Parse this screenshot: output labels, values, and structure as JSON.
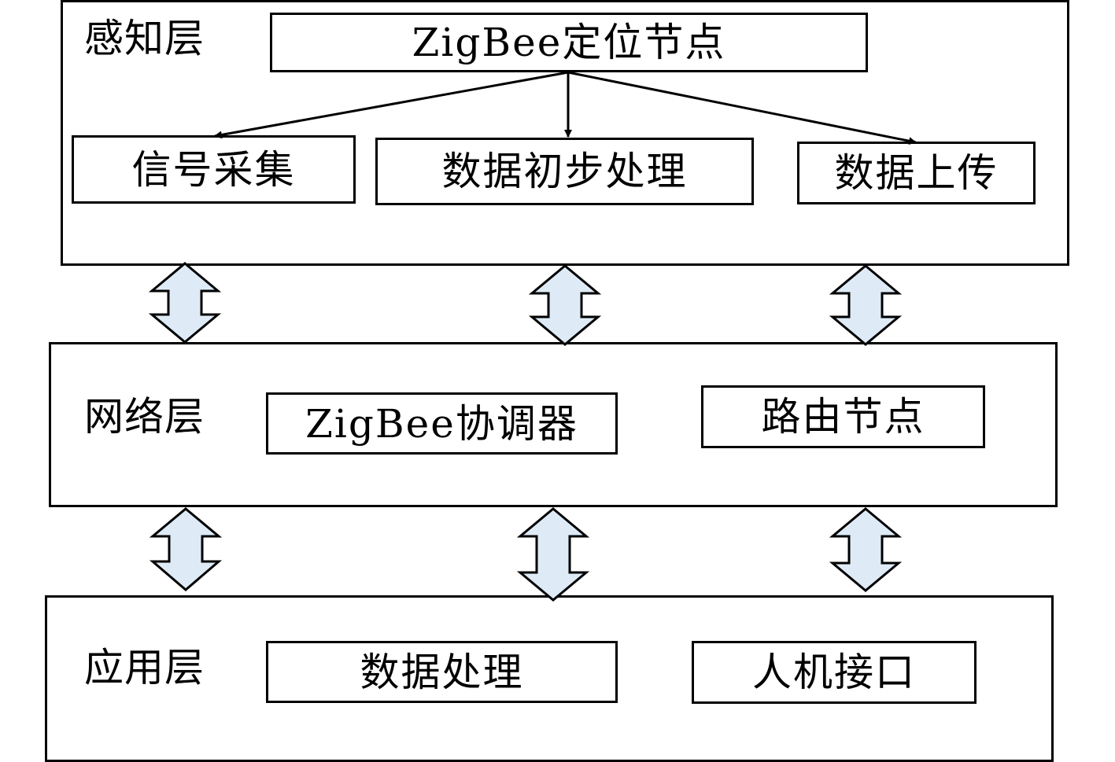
{
  "colors": {
    "line": "#000000",
    "box_fill": "#ffffff",
    "arrow_fill": "#deebf7"
  },
  "perception_layer": {
    "label": "感知层",
    "node": "ZigBee定位节点",
    "functions": [
      "信号采集",
      "数据初步处理",
      "数据上传"
    ]
  },
  "network_layer": {
    "label": "网络层",
    "coordinator": "ZigBee协调器",
    "router": "路由节点"
  },
  "application_layer": {
    "label": "应用层",
    "data_processing": "数据处理",
    "hmi": "人机接口"
  }
}
